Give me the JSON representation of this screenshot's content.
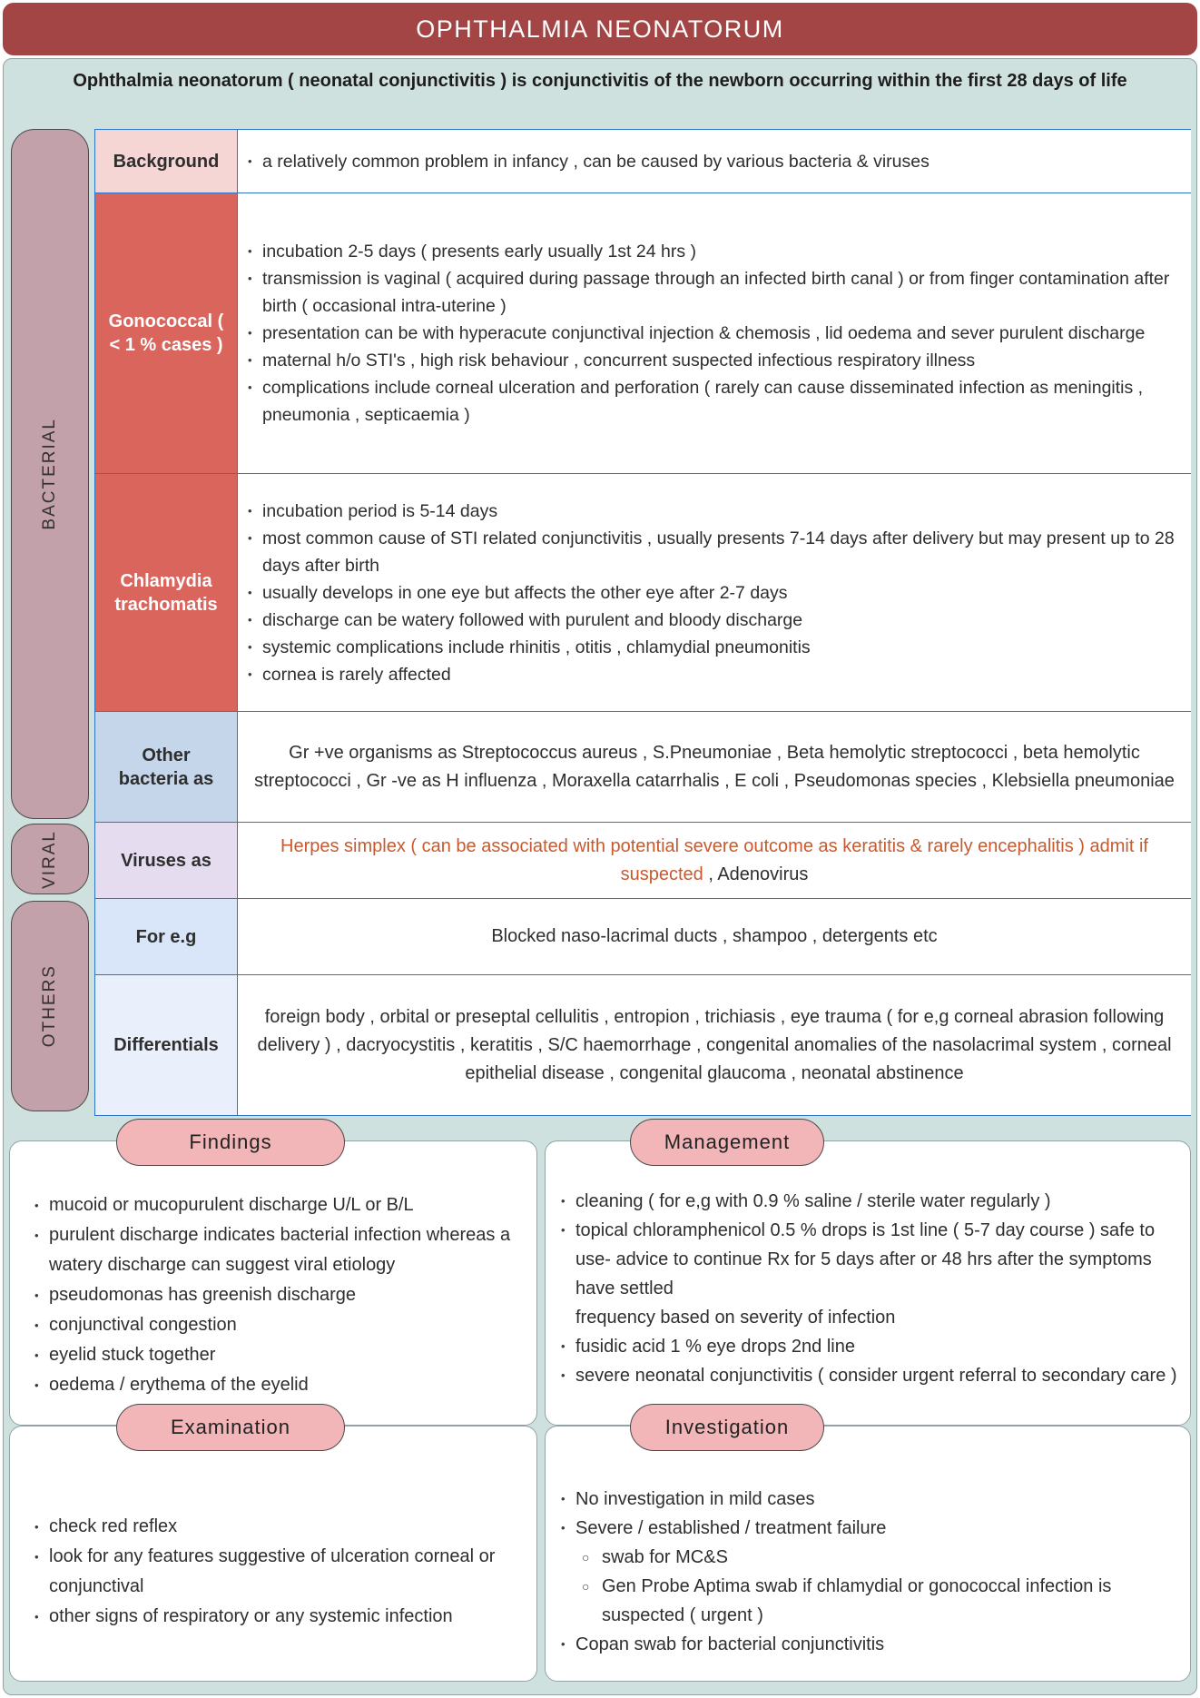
{
  "title": "OPHTHALMIA NEONATORUM",
  "subtitle": "Ophthalmia neonatorum ( neonatal conjunctivitis ) is conjunctivitis of the newborn occurring within the first 28 days of life",
  "colors": {
    "header_bg": "#A34545",
    "page_bg": "#CFE1DE",
    "salmon_cell": "#D9655C",
    "side_pill": "#C2A1AA",
    "highlight_text": "#C75A2E",
    "oval_pink": "#F2B5B8",
    "table_border": "#2E75C8"
  },
  "side_groups": {
    "bacterial": "BACTERIAL",
    "viral": "VIRAL",
    "others": "OTHERS"
  },
  "table": {
    "rows": [
      {
        "label": "Background",
        "bullets": [
          "a relatively common problem in infancy , can be caused by various bacteria & viruses"
        ]
      },
      {
        "label": "Gonococcal ( < 1 % cases )",
        "bullets": [
          "incubation 2-5 days ( presents early usually 1st 24 hrs )",
          "transmission is vaginal ( acquired during passage through an infected birth canal ) or from finger contamination after birth ( occasional intra-uterine )",
          "presentation can be with hyperacute conjunctival injection & chemosis , lid oedema and sever purulent discharge",
          "maternal h/o STI's , high risk behaviour , concurrent suspected infectious respiratory illness",
          "complications include corneal ulceration and perforation ( rarely can cause disseminated infection as meningitis , pneumonia , septicaemia )"
        ]
      },
      {
        "label": "Chlamydia trachomatis",
        "bullets": [
          "incubation period is 5-14 days",
          "most common cause of STI related conjunctivitis , usually presents 7-14 days after delivery but may present up to 28 days after birth",
          "usually develops in one eye but affects the other eye after 2-7 days",
          "discharge can be watery followed with purulent and bloody discharge",
          "systemic complications include rhinitis , otitis , chlamydial pneumonitis",
          "cornea is rarely affected"
        ]
      },
      {
        "label": "Other bacteria as",
        "text": "Gr +ve organisms as Streptococcus aureus , S.Pneumoniae , Beta hemolytic streptococci , beta hemolytic streptococci , Gr -ve as H influenza , Moraxella catarrhalis , E coli , Pseudomonas species , Klebsiella pneumoniae"
      },
      {
        "label": "Viruses as",
        "highlight": "Herpes simplex (  can be associated with potential severe outcome as keratitis & rarely encephalitis  ) admit if suspected",
        "rest": " , Adenovirus"
      },
      {
        "label": "For e.g",
        "text": "Blocked naso-lacrimal ducts , shampoo , detergents etc"
      },
      {
        "label": "Differentials",
        "text": "foreign body , orbital or preseptal cellulitis , entropion , trichiasis , eye trauma ( for e,g corneal abrasion following delivery ) , dacryocystitis , keratitis , S/C haemorrhage , congenital anomalies of the nasolacrimal system , corneal epithelial disease , congenital glaucoma , neonatal abstinence"
      }
    ]
  },
  "sections": {
    "findings": {
      "title": "Findings",
      "bullets": [
        "mucoid or mucopurulent discharge U/L or B/L",
        "purulent discharge indicates bacterial infection whereas a watery discharge can suggest viral etiology",
        "pseudomonas has greenish discharge",
        "conjunctival congestion",
        "eyelid stuck together",
        "oedema / erythema of the eyelid"
      ]
    },
    "management": {
      "title": "Management",
      "items": [
        {
          "text": "cleaning ( for e,g with 0.9 % saline / sterile water regularly )"
        },
        {
          "text": "topical chloramphenicol 0.5 % drops is 1st line ( 5-7 day course ) safe to use- advice to continue Rx for 5 days after or 48 hrs after the symptoms have settled"
        },
        {
          "text": "frequency based on severity of infection"
        },
        {
          "text": "fusidic acid 1 % eye drops 2nd line"
        },
        {
          "text": "severe neonatal conjunctivitis ( consider urgent referral to secondary care )"
        }
      ]
    },
    "examination": {
      "title": "Examination",
      "bullets": [
        "check red reflex",
        "look for any features suggestive of ulceration corneal or conjunctival",
        "other signs of respiratory or any systemic infection"
      ]
    },
    "investigation": {
      "title": "Investigation",
      "items": [
        {
          "text": "No investigation in mild cases"
        },
        {
          "text": "Severe / established / treatment failure"
        },
        {
          "text": "swab for MC&S"
        },
        {
          "text": "Gen Probe Aptima swab if chlamydial or gonococcal infection is suspected ( urgent )"
        },
        {
          "text": "Copan swab for bacterial conjunctivitis"
        }
      ]
    }
  }
}
